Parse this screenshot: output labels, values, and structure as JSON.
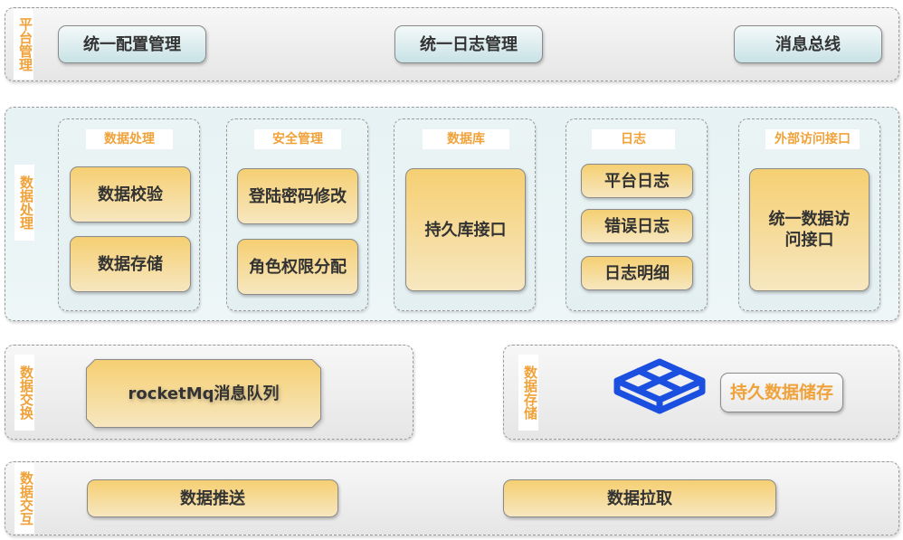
{
  "colors": {
    "accent_orange": "#f0a23a",
    "cube_blue": "#1a4fe0",
    "panel_teal": "#e6f2f4"
  },
  "platform": {
    "label": "平台管理",
    "items": [
      "统一配置管理",
      "统一日志管理",
      "消息总线"
    ]
  },
  "processing": {
    "label": "数据处理",
    "groups": [
      {
        "title": "数据处理",
        "items": [
          "数据校验",
          "数据存储"
        ]
      },
      {
        "title": "安全管理",
        "items": [
          "登陆密码修改",
          "角色权限分配"
        ]
      },
      {
        "title": "数据库",
        "items": [
          "持久库接口"
        ]
      },
      {
        "title": "日志",
        "items": [
          "平台日志",
          "错误日志",
          "日志明细"
        ]
      },
      {
        "title": "外部访问接口",
        "items": [
          "统一数据访问接口"
        ]
      }
    ]
  },
  "exchange": {
    "label": "数据交换",
    "item": "rocketMq消息队列"
  },
  "storage": {
    "label": "数据存储",
    "item": "持久数据储存",
    "icon": "cube-icon"
  },
  "interaction": {
    "label": "数据交互",
    "items": [
      "数据推送",
      "数据拉取"
    ]
  }
}
